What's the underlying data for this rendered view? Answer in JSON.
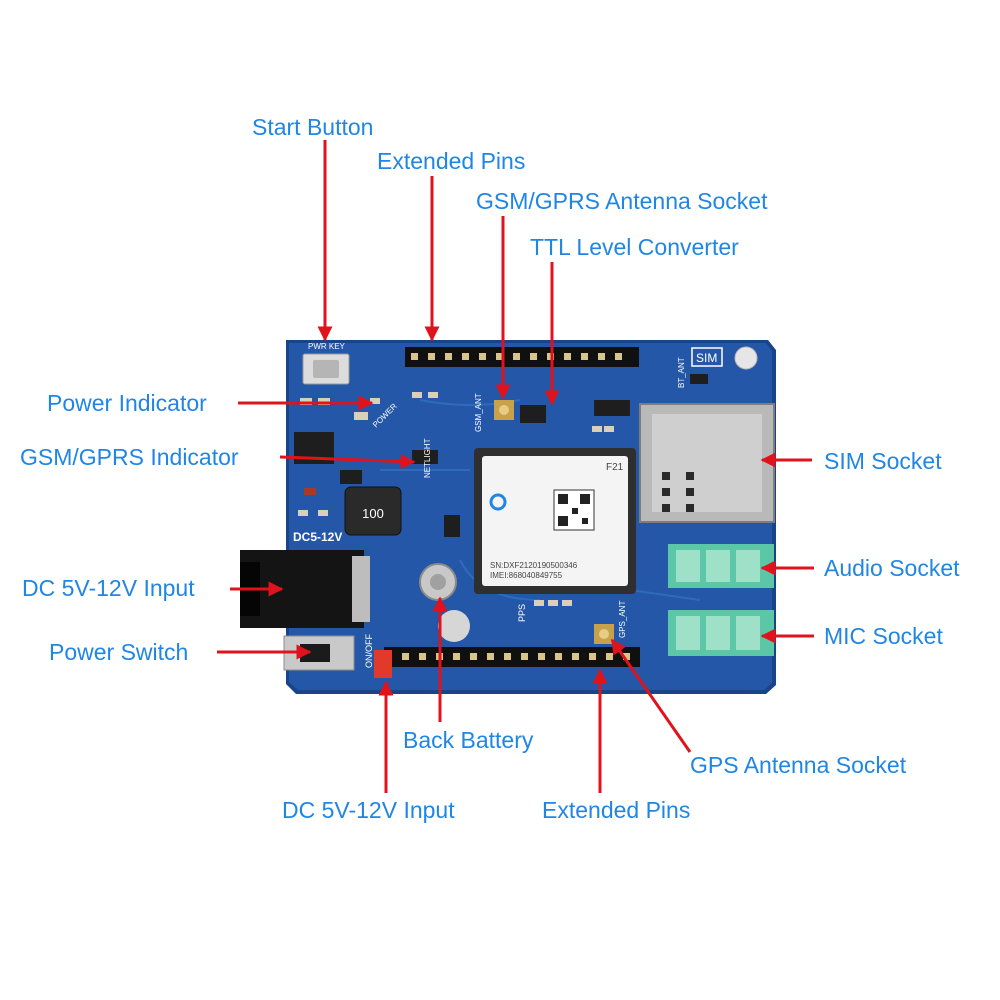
{
  "labels": {
    "start_button": "Start Button",
    "extended_pins_top": "Extended Pins",
    "gsm_gprs_antenna_socket": "GSM/GPRS Antenna Socket",
    "ttl_level_converter": "TTL Level Converter",
    "power_indicator": "Power Indicator",
    "gsm_gprs_indicator": "GSM/GPRS Indicator",
    "sim_socket": "SIM Socket",
    "dc_input_left": "DC 5V-12V Input",
    "audio_socket": "Audio Socket",
    "power_switch": "Power Switch",
    "mic_socket": "MIC Socket",
    "back_battery": "Back Battery",
    "gps_antenna_socket": "GPS Antenna Socket",
    "dc_input_bottom": "DC 5V-12V Input",
    "extended_pins_bottom": "Extended Pins"
  },
  "board_silk": {
    "pwr_key": "PWR KEY",
    "dc_range": "DC5-12V",
    "sim": "SIM",
    "gsm_ant": "GSM_ANT",
    "gps_ant": "GPS_ANT",
    "bt_ant": "BT_ANT",
    "on_off": "ON/OFF",
    "netlight": "NETLIGHT",
    "pps": "PPS",
    "power": "POWER",
    "inductor": "100"
  },
  "module": {
    "sn": "SN:DXF2120190500346",
    "imei": "IMEI:868040849755",
    "model": "F21"
  },
  "colors": {
    "label_text": "#1f86e6",
    "arrow": "#e0121b",
    "pcb": "#2457a8",
    "pcb_edge": "#1a4488"
  }
}
